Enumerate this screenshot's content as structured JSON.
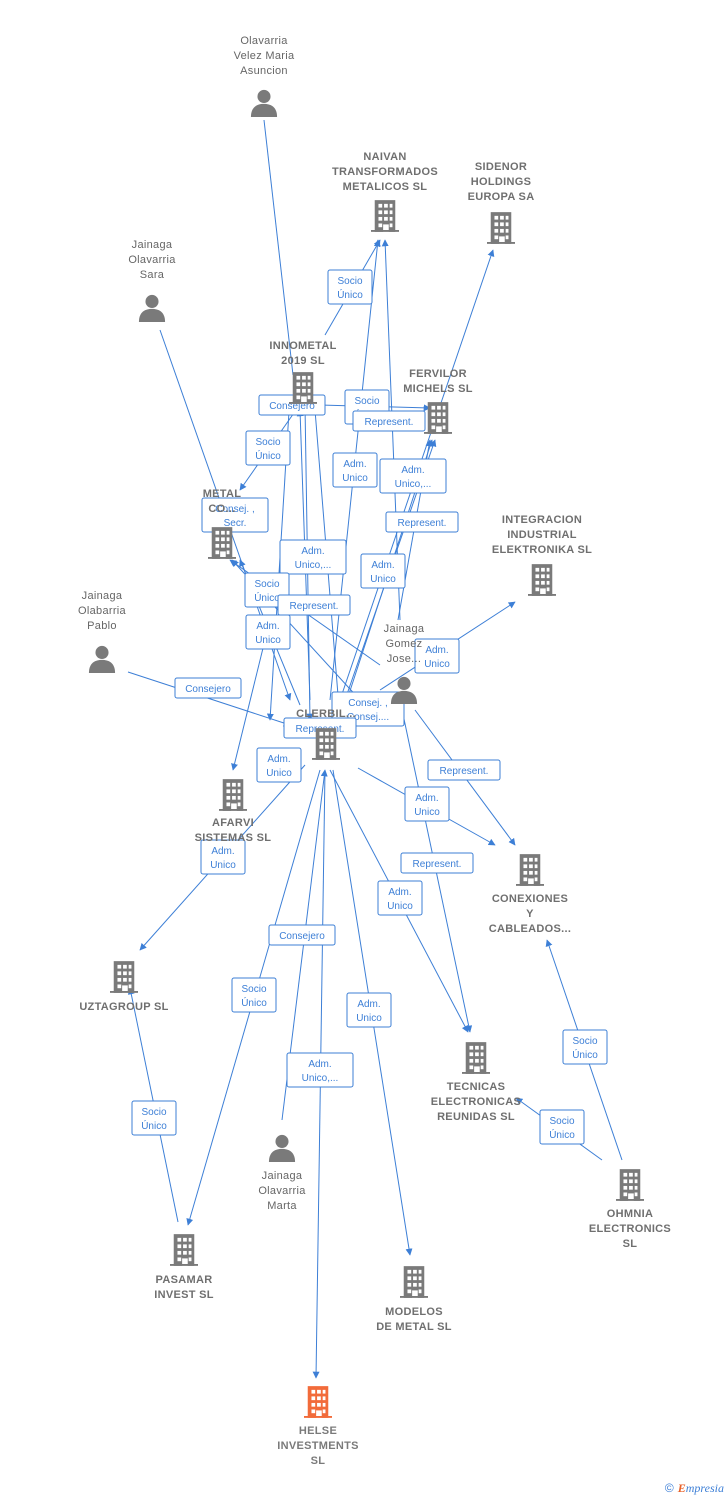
{
  "colors": {
    "edge": "#3d7fd6",
    "node": "#7a7a7a",
    "focus": "#f26b3a"
  },
  "nodes": [
    {
      "id": "olavarria_velez",
      "kind": "person",
      "lines": [
        "Olavarria",
        "Velez Maria",
        "Asuncion"
      ]
    },
    {
      "id": "naivan",
      "kind": "company",
      "lines": [
        "NAIVAN",
        "TRANSFORMADOS",
        "METALICOS  SL"
      ]
    },
    {
      "id": "sidenor",
      "kind": "company",
      "lines": [
        "SIDENOR",
        "HOLDINGS",
        "EUROPA SA"
      ]
    },
    {
      "id": "jainaga_sara",
      "kind": "person",
      "lines": [
        "Jainaga",
        "Olavarria",
        "Sara"
      ]
    },
    {
      "id": "innometal",
      "kind": "company",
      "lines": [
        "INNOMETAL",
        "2019  SL"
      ]
    },
    {
      "id": "fervilor",
      "kind": "company",
      "lines": [
        "FERVILOR",
        "MICHELS  SL"
      ]
    },
    {
      "id": "metal_co",
      "kind": "company",
      "lines": [
        "METAL",
        "CO..."
      ]
    },
    {
      "id": "integracion",
      "kind": "company",
      "lines": [
        "INTEGRACION",
        "INDUSTRIAL",
        "ELEKTRONIKA SL"
      ]
    },
    {
      "id": "jainaga_pablo",
      "kind": "person",
      "lines": [
        "Jainaga",
        "Olabarria",
        "Pablo"
      ]
    },
    {
      "id": "jainaga_gomez",
      "kind": "person",
      "lines": [
        "Jainaga",
        "Gomez",
        "Jose..."
      ]
    },
    {
      "id": "clerbil",
      "kind": "company",
      "lines": [
        "CLERBIL..."
      ]
    },
    {
      "id": "afarvi",
      "kind": "company",
      "lines": [
        "AFARVI",
        "SISTEMAS SL"
      ]
    },
    {
      "id": "conexiones",
      "kind": "company",
      "lines": [
        "CONEXIONES",
        "Y",
        "CABLEADOS..."
      ]
    },
    {
      "id": "uztagroup",
      "kind": "company",
      "lines": [
        "UZTAGROUP SL"
      ]
    },
    {
      "id": "tecnicas",
      "kind": "company",
      "lines": [
        "TECNICAS",
        "ELECTRONICAS",
        "REUNIDAS SL"
      ]
    },
    {
      "id": "ohmnia",
      "kind": "company",
      "lines": [
        "OHMNIA",
        "ELECTRONICS",
        "SL"
      ]
    },
    {
      "id": "jainaga_marta",
      "kind": "person",
      "lines": [
        "Jainaga",
        "Olavarria",
        "Marta"
      ]
    },
    {
      "id": "pasamar",
      "kind": "company",
      "lines": [
        "PASAMAR",
        "INVEST  SL"
      ]
    },
    {
      "id": "modelos",
      "kind": "company",
      "lines": [
        "MODELOS",
        "DE METAL  SL"
      ]
    },
    {
      "id": "helse",
      "kind": "focus",
      "lines": [
        "HELSE",
        "INVESTMENTS",
        "SL"
      ]
    }
  ],
  "edge_labels": [
    {
      "id": "l1",
      "lines": [
        "Socio",
        "Único"
      ]
    },
    {
      "id": "l2",
      "lines": [
        "Consejero"
      ]
    },
    {
      "id": "l3",
      "lines": [
        "Socio",
        "Único"
      ]
    },
    {
      "id": "l4",
      "lines": [
        "Represent."
      ]
    },
    {
      "id": "l5",
      "lines": [
        "Socio",
        "Único"
      ]
    },
    {
      "id": "l6",
      "lines": [
        "Adm.",
        "Unico"
      ]
    },
    {
      "id": "l7",
      "lines": [
        "Adm.",
        "Unico,..."
      ]
    },
    {
      "id": "l8",
      "lines": [
        "Consej. ,",
        "Secr."
      ]
    },
    {
      "id": "l9",
      "lines": [
        "Represent."
      ]
    },
    {
      "id": "l10",
      "lines": [
        "Adm.",
        "Unico,..."
      ]
    },
    {
      "id": "l11",
      "lines": [
        "Socio",
        "Único"
      ]
    },
    {
      "id": "l12",
      "lines": [
        "Represent."
      ]
    },
    {
      "id": "l13",
      "lines": [
        "Adm.",
        "Unico"
      ]
    },
    {
      "id": "l14",
      "lines": [
        "Adm.",
        "Unico"
      ]
    },
    {
      "id": "l15",
      "lines": [
        "Adm.",
        "Unico"
      ]
    },
    {
      "id": "l16",
      "lines": [
        "Consejero"
      ]
    },
    {
      "id": "l17",
      "lines": [
        "Consej. ,",
        "Consej...."
      ]
    },
    {
      "id": "l18",
      "lines": [
        "Represent."
      ]
    },
    {
      "id": "l19",
      "lines": [
        "Adm.",
        "Unico"
      ]
    },
    {
      "id": "l20",
      "lines": [
        "Represent."
      ]
    },
    {
      "id": "l21",
      "lines": [
        "Adm.",
        "Unico"
      ]
    },
    {
      "id": "l22",
      "lines": [
        "Adm.",
        "Unico"
      ]
    },
    {
      "id": "l23",
      "lines": [
        "Represent."
      ]
    },
    {
      "id": "l24",
      "lines": [
        "Adm.",
        "Unico"
      ]
    },
    {
      "id": "l25",
      "lines": [
        "Consejero"
      ]
    },
    {
      "id": "l26",
      "lines": [
        "Socio",
        "Único"
      ]
    },
    {
      "id": "l27",
      "lines": [
        "Adm.",
        "Unico"
      ]
    },
    {
      "id": "l28",
      "lines": [
        "Socio",
        "Único"
      ]
    },
    {
      "id": "l29",
      "lines": [
        "Adm.",
        "Unico,..."
      ]
    },
    {
      "id": "l30",
      "lines": [
        "Socio",
        "Único"
      ]
    },
    {
      "id": "l31",
      "lines": [
        "Socio",
        "Único"
      ]
    }
  ],
  "copyright": {
    "symbol": "©",
    "brand_first": "E",
    "brand_rest": "mpresia"
  }
}
